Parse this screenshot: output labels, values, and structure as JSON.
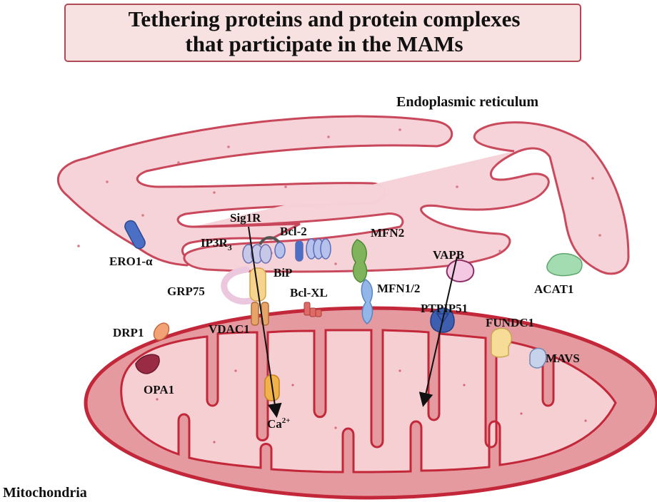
{
  "title": {
    "line1": "Tethering proteins and protein complexes",
    "line2": "that participate in the MAMs"
  },
  "regions": {
    "er": "Endoplasmic reticulum",
    "mito": "Mitochondria"
  },
  "proteins": {
    "ero1": "ERO1-α",
    "sig1r": "Sig1R",
    "ip3r": "IP3R",
    "ip3r_sub": "3",
    "bcl2": "Bcl-2",
    "mfn2": "MFN2",
    "vapb": "VAPB",
    "acat1": "ACAT1",
    "grp75": "GRP75",
    "bip": "BiP",
    "bclxl": "Bcl-XL",
    "mfn12": "MFN1/2",
    "ptpip51": "PTPIP51",
    "vdac1": "VDAC1",
    "drp1": "DRP1",
    "fundc1": "FUNDC1",
    "mavs": "MAVS",
    "opa1": "OPA1",
    "ca": "Ca",
    "ca_sup": "2+"
  },
  "colors": {
    "er_fill": "#f6d3d8",
    "er_stroke": "#c8475a",
    "mito_fill": "#e49a9f",
    "mito_stroke": "#c3283a",
    "title_box": "#f8e1e1"
  }
}
